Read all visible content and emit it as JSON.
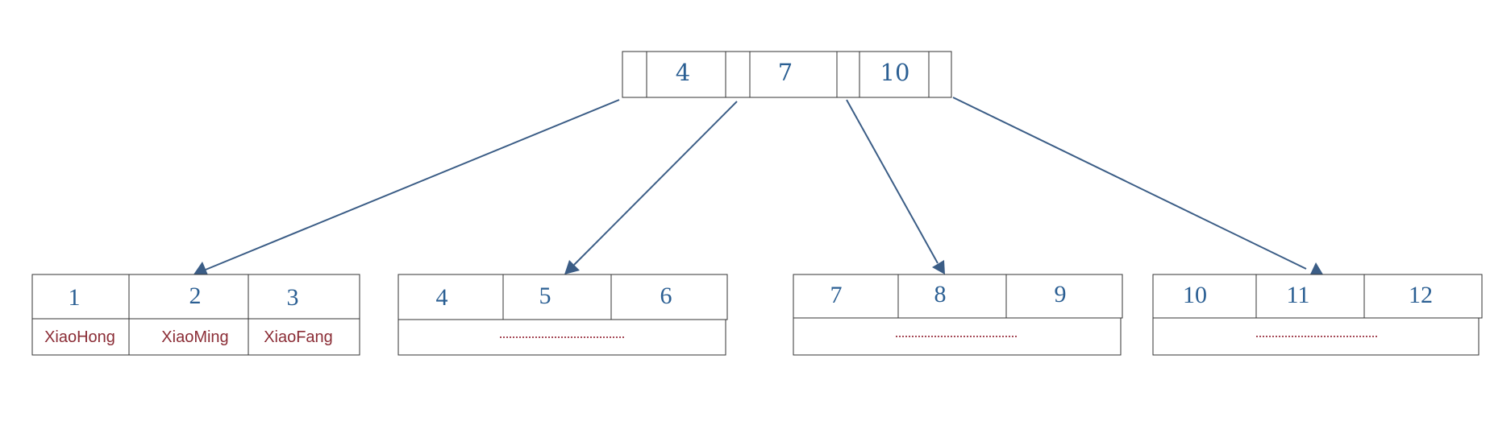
{
  "root": {
    "keys": [
      "4",
      "7",
      "10"
    ]
  },
  "leaves": [
    {
      "keys": [
        "1",
        "2",
        "3"
      ],
      "values": [
        "XiaoHong",
        "XiaoMing",
        "XiaoFang"
      ]
    },
    {
      "keys": [
        "4",
        "5",
        "6"
      ]
    },
    {
      "keys": [
        "7",
        "8",
        "9"
      ]
    },
    {
      "keys": [
        "10",
        "11",
        "12"
      ]
    }
  ],
  "colors": {
    "key_text": "#2b5f93",
    "value_text": "#8b2d36",
    "edge": "#3b5d86",
    "border": "#333333"
  }
}
